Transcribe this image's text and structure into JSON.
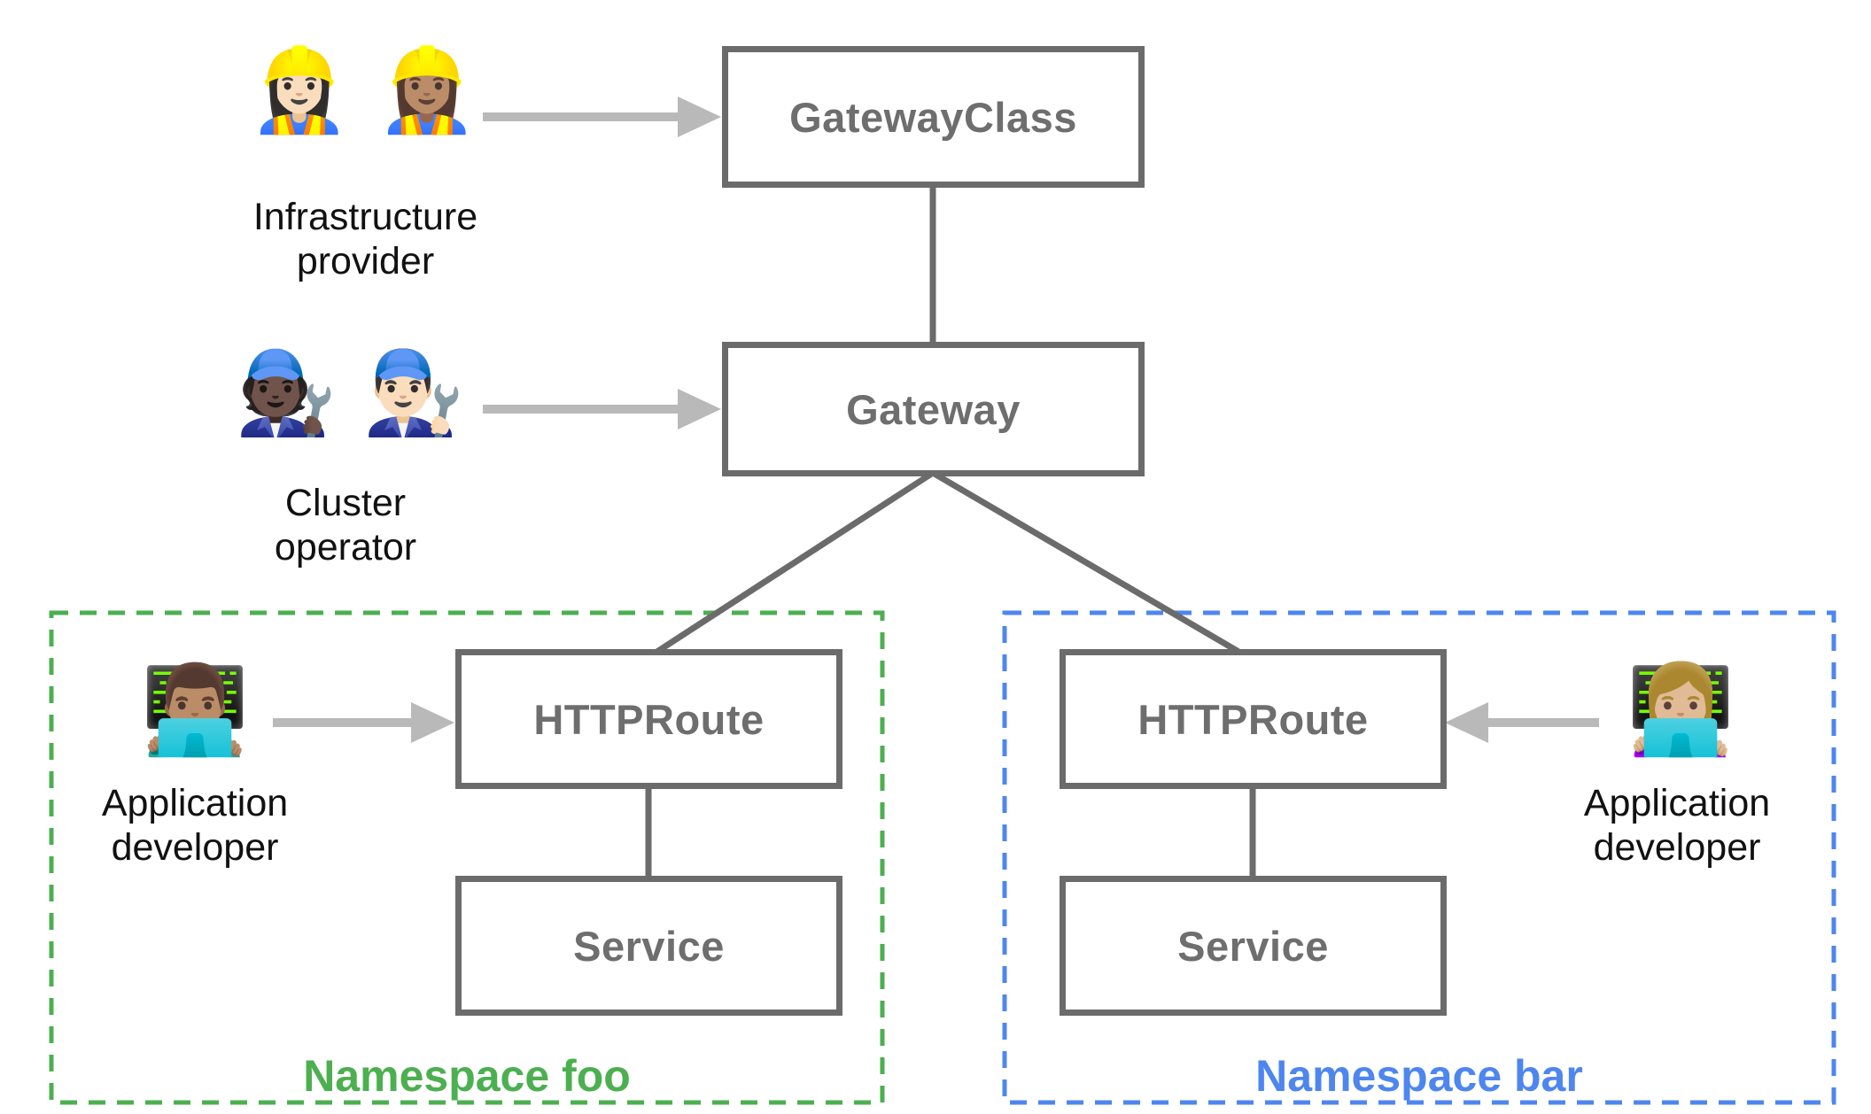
{
  "diagram": {
    "nodes": {
      "gateway_class": {
        "label": "GatewayClass"
      },
      "gateway": {
        "label": "Gateway"
      },
      "httproute_foo": {
        "label": "HTTPRoute"
      },
      "service_foo": {
        "label": "Service"
      },
      "httproute_bar": {
        "label": "HTTPRoute"
      },
      "service_bar": {
        "label": "Service"
      }
    },
    "personas": {
      "infrastructure_provider": {
        "emoji_1": "👷🏻‍♀️",
        "emoji_2": "👷🏽‍♀️",
        "label": [
          "Infrastructure",
          "provider"
        ]
      },
      "cluster_operator": {
        "emoji_1": "🧑🏿‍🔧",
        "emoji_2": "👨🏻‍🔧",
        "label": [
          "Cluster",
          "operator"
        ]
      },
      "app_developer_foo": {
        "emoji": "👨🏽‍💻",
        "label": [
          "Application",
          "developer"
        ]
      },
      "app_developer_bar": {
        "emoji": "👩🏼‍💻",
        "label": [
          "Application",
          "developer"
        ]
      }
    },
    "namespaces": {
      "foo": {
        "label": "Namespace foo",
        "color": "#4caf50"
      },
      "bar": {
        "label": "Namespace bar",
        "color": "#4e86f0"
      }
    },
    "edges": [
      {
        "from": "gateway_class",
        "to": "gateway"
      },
      {
        "from": "gateway",
        "to": "httproute_foo"
      },
      {
        "from": "gateway",
        "to": "httproute_bar"
      },
      {
        "from": "httproute_foo",
        "to": "service_foo"
      },
      {
        "from": "httproute_bar",
        "to": "service_bar"
      }
    ],
    "arrows": [
      {
        "from": "infrastructure_provider",
        "to": "gateway_class"
      },
      {
        "from": "cluster_operator",
        "to": "gateway"
      },
      {
        "from": "app_developer_foo",
        "to": "httproute_foo"
      },
      {
        "from": "app_developer_bar",
        "to": "httproute_bar"
      }
    ],
    "colors": {
      "box_border": "#6b6b6b",
      "box_text": "#6e6e6e",
      "connector": "#6b6b6b",
      "arrow": "#b9b9b9"
    }
  }
}
